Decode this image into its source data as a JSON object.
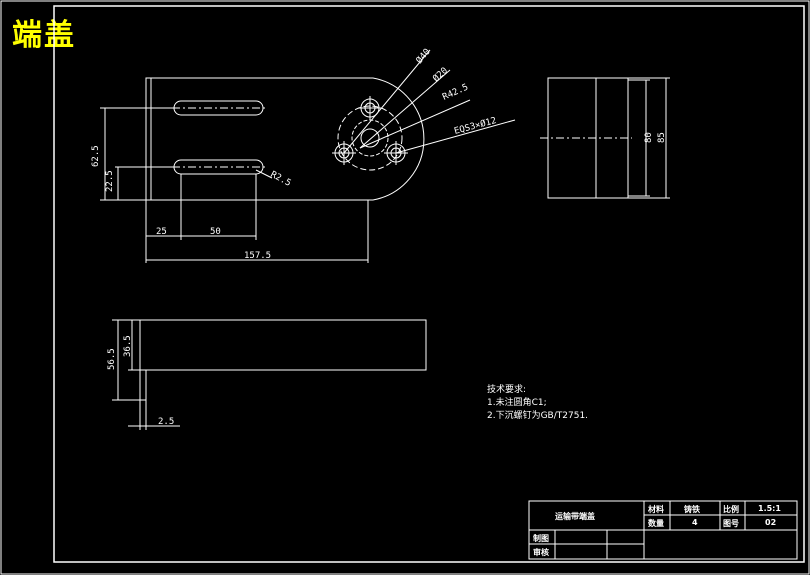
{
  "title": "端盖",
  "dimensions": {
    "d62_5": "62.5",
    "d22_5": "22.5",
    "d25": "25",
    "d50": "50",
    "d157_5": "157.5",
    "r2_5": "R2.5",
    "phi40": "Ø40",
    "phi20": "Ø20",
    "r42_5": "R42.5",
    "eqs": "EQS3×Ø12",
    "d80": "80",
    "d85": "85",
    "d56_5": "56.5",
    "d36_5": "36.5",
    "d2_5": "2.5"
  },
  "notes": {
    "heading": "技术要求:",
    "item1": "1.未注圆角C1;",
    "item2": "2.下沉螺钉为GB/T2751."
  },
  "title_block": {
    "part_name": "运输带端盖",
    "material_label": "材料",
    "material_value": "铸铁",
    "scale_label": "比例",
    "scale_value": "1.5:1",
    "qty_label": "数量",
    "qty_value": "4",
    "drawing_no_label": "图号",
    "drawing_no_value": "02",
    "drawn_label": "制图",
    "checked_label": "审核"
  },
  "colors": {
    "background": "#000000",
    "lines": "#ffffff",
    "title": "#ffff00"
  }
}
